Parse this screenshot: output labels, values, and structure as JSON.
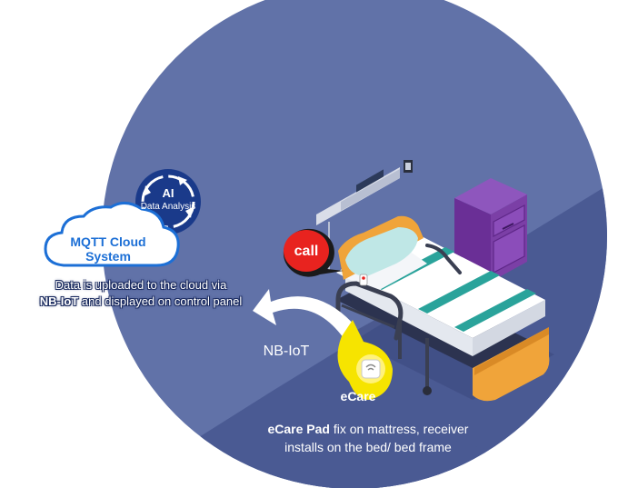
{
  "ai": {
    "title": "AI",
    "subtitle": "Data Analysis"
  },
  "mqtt": {
    "line1": "MQTT Cloud",
    "line2": "System"
  },
  "upload": {
    "line1": "Data is uploaded to the cloud via",
    "line2_bold": "NB-IoT",
    "line2_rest": " and displayed on control panel"
  },
  "nbiot_label": "NB-IoT",
  "call_label": "call",
  "ecare_label": "eCare",
  "pad": {
    "bold": "eCare Pad",
    "rest": " fix on mattress, receiver",
    "line2": "installs on the bed/ bed frame"
  },
  "colors": {
    "circle": "#6172a8",
    "circle_dark": "#4a5a93",
    "call_red": "#e8231f",
    "ecare_yellow": "#f6e400",
    "cabinet_purple": "#7b3fa6",
    "bed_orange": "#f0a43a",
    "cloud_blue": "#1c6fd6"
  }
}
